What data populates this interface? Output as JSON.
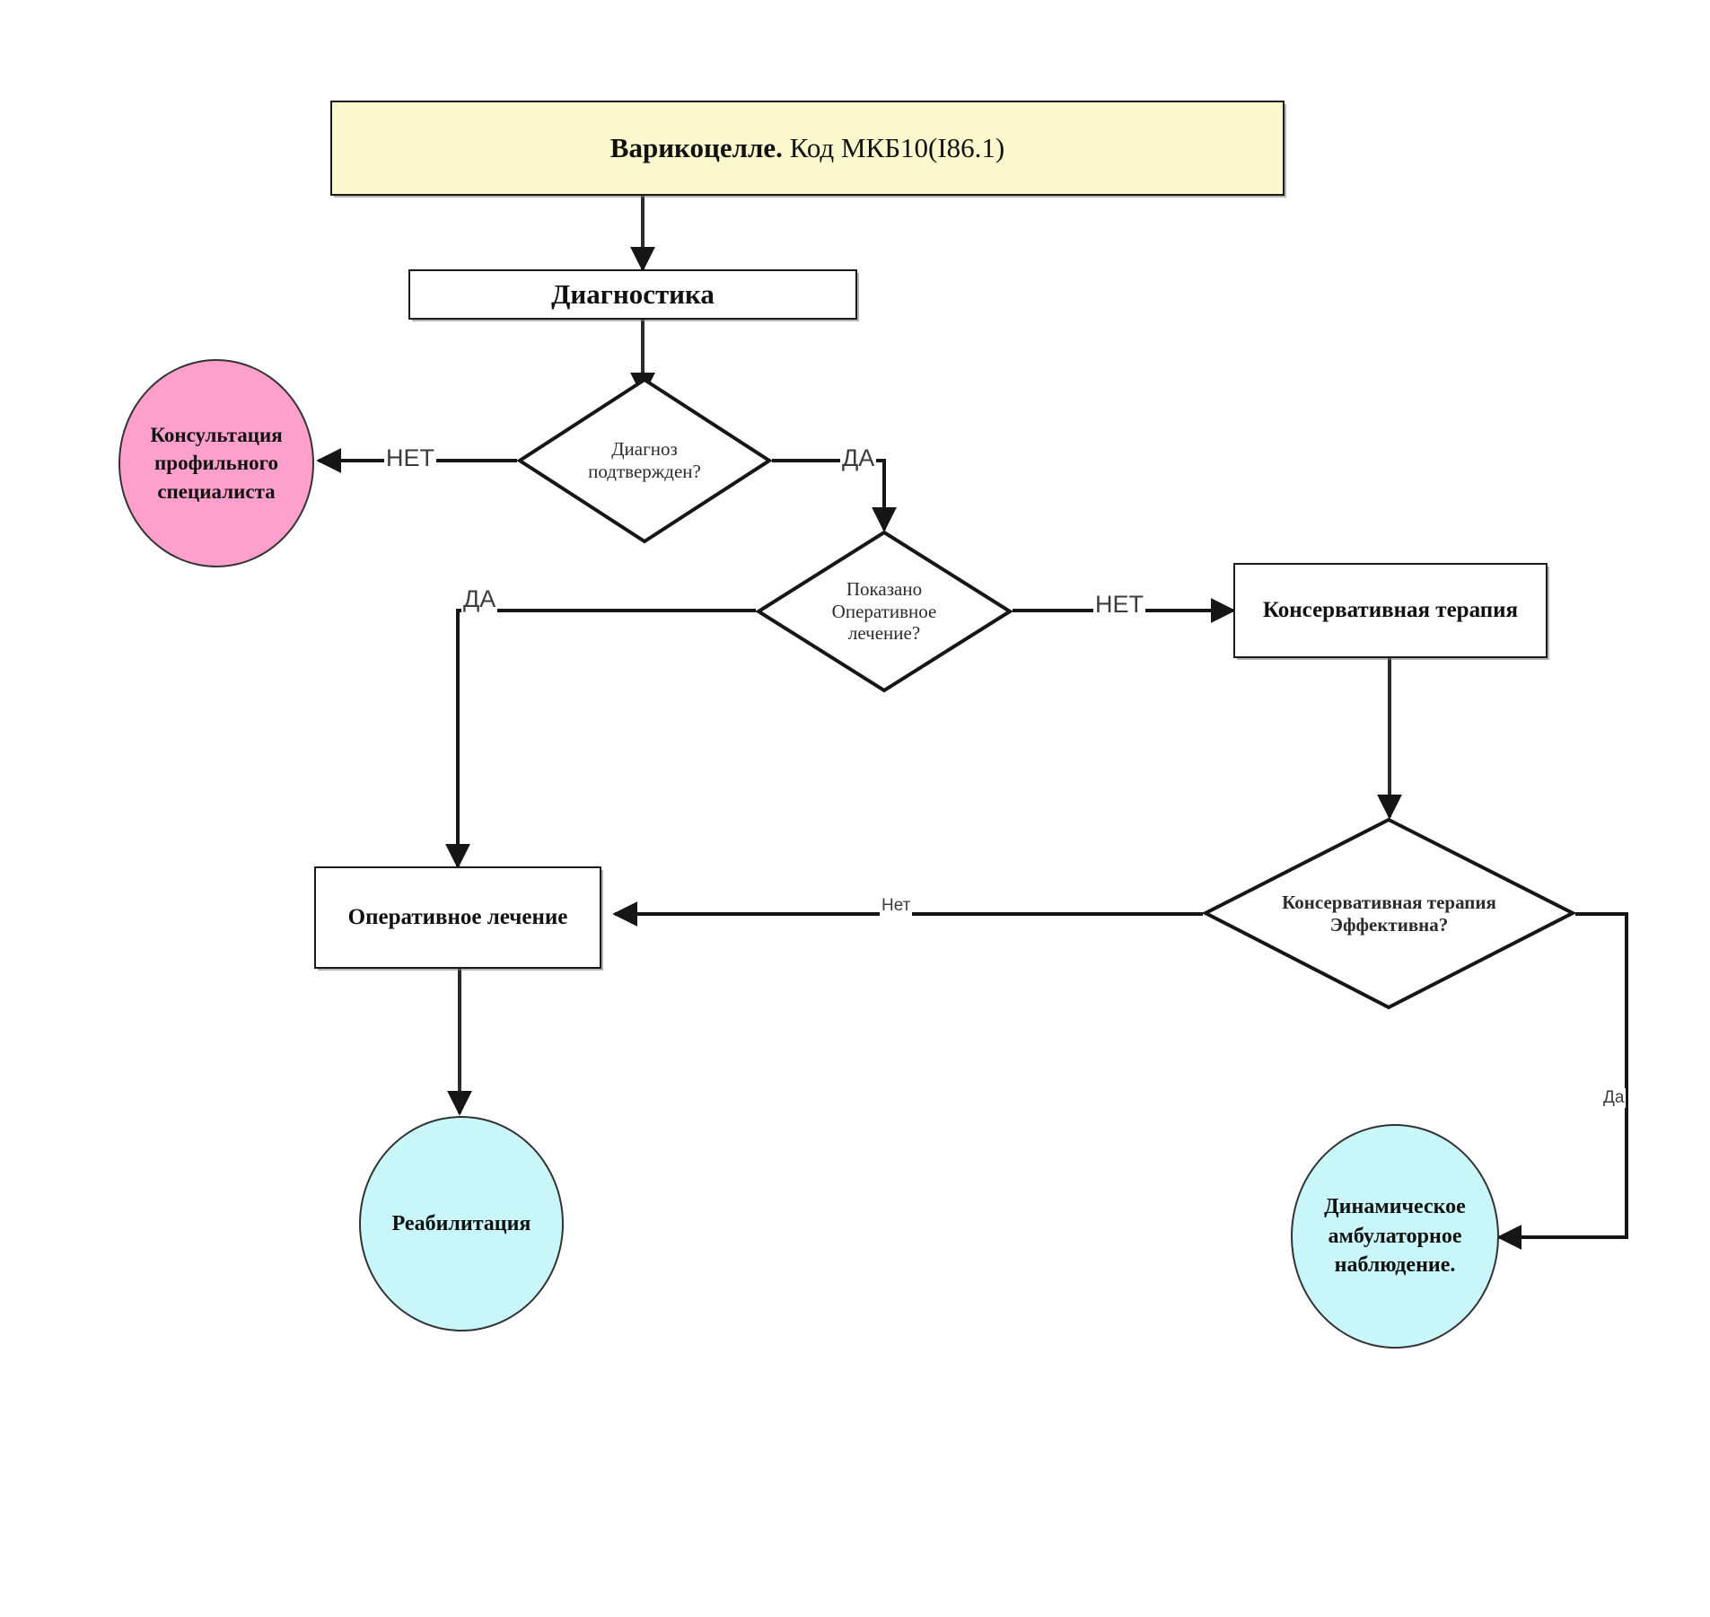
{
  "diagram": {
    "language": "ru",
    "type": "flowchart",
    "colors": {
      "title_fill": "#fbf8cd",
      "pink_fill": "#ffa0cc",
      "cyan_fill": "#c9f7f9",
      "stroke": "#1a1a1a",
      "background": "#ffffff"
    },
    "nodes": {
      "title": {
        "shape": "rectangle",
        "bold_part": "Варикоцелле.",
        "regular_part": " Код МКБ10(I86.1)"
      },
      "diagnostics": {
        "shape": "rectangle",
        "label": "Диагностика"
      },
      "consult": {
        "shape": "ellipse",
        "line1": "Консультация",
        "line2": "профильного",
        "line3": "специалиста"
      },
      "decision_diagnosis": {
        "shape": "diamond",
        "line1": "Диагноз",
        "line2": "подтвержден?"
      },
      "decision_surgery": {
        "shape": "diamond",
        "line1": "Показано",
        "line2": "Оперативное",
        "line3": "лечение?"
      },
      "conservative_therapy": {
        "shape": "rectangle",
        "label": "Консервативная терапия"
      },
      "decision_effective": {
        "shape": "diamond",
        "line1": "Консервативная терапия",
        "line2": "Эффективна?"
      },
      "surgical_treatment": {
        "shape": "rectangle",
        "label": "Оперативное лечение"
      },
      "rehabilitation": {
        "shape": "ellipse",
        "label": "Реабилитация"
      },
      "dynamic_observation": {
        "shape": "ellipse",
        "line1": "Динамическое",
        "line2": "амбулаторное",
        "line3": "наблюдение."
      }
    },
    "edge_labels": {
      "diagnosis_no": "НЕТ",
      "diagnosis_yes": "ДА",
      "surgery_yes": "ДА",
      "surgery_no": "НЕТ",
      "effective_no": "Нет",
      "effective_yes": "Да"
    }
  }
}
